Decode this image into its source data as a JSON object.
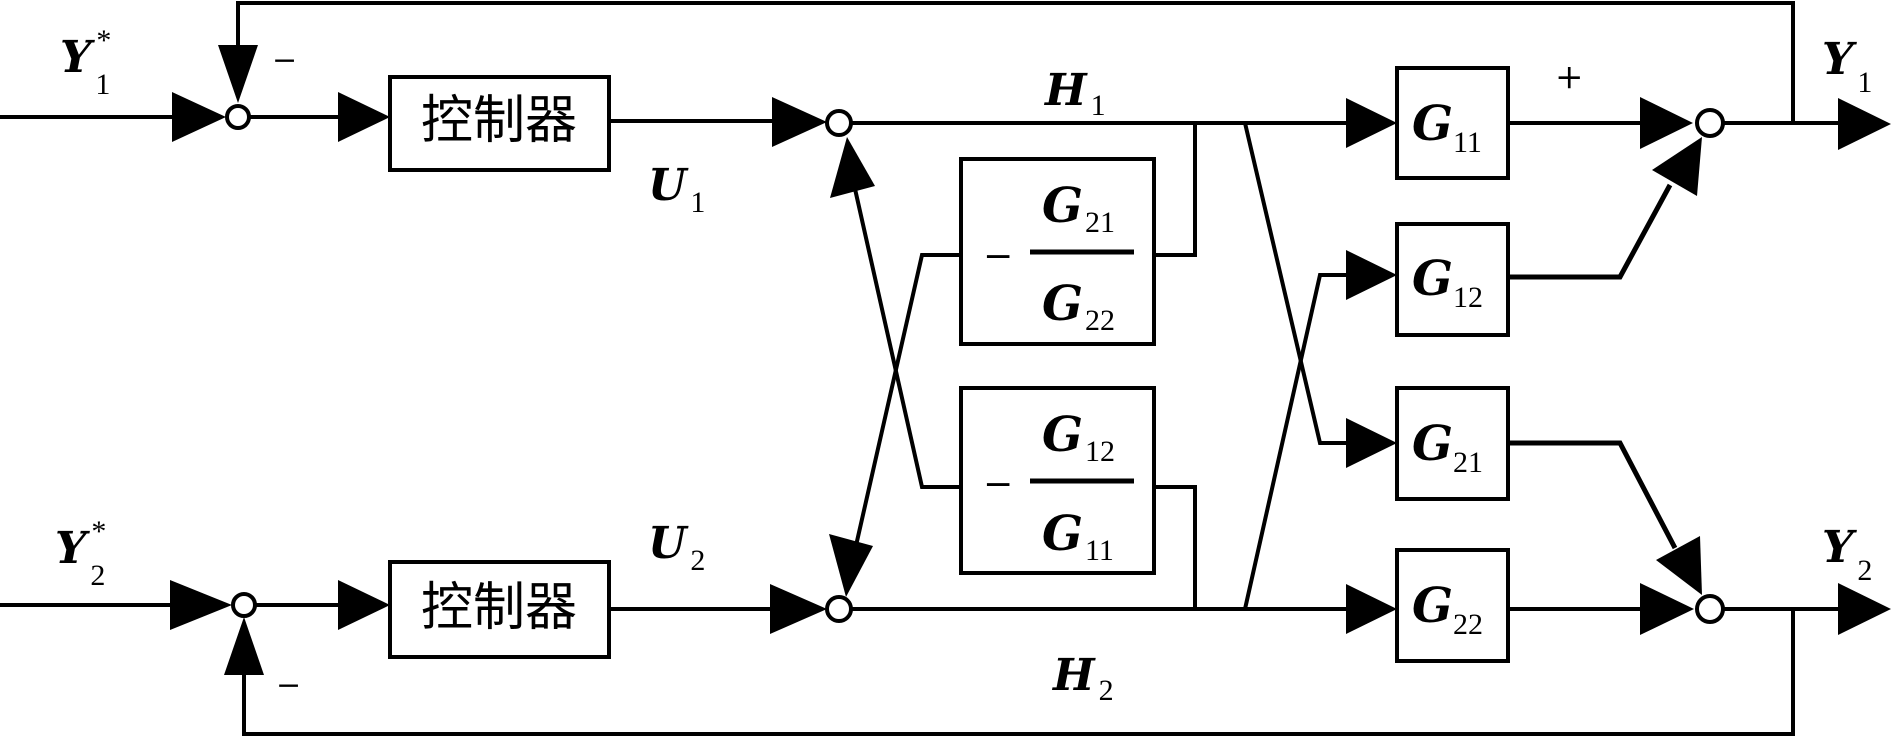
{
  "diagram": {
    "inputs": [
      {
        "symbol": "Y",
        "subscript": "1",
        "superscript": "*"
      },
      {
        "symbol": "Y",
        "subscript": "2",
        "superscript": "*"
      }
    ],
    "outputs": [
      {
        "symbol": "Y",
        "subscript": "1"
      },
      {
        "symbol": "Y",
        "subscript": "2"
      }
    ],
    "controllers": [
      {
        "label": "控制器"
      },
      {
        "label": "控制器"
      }
    ],
    "controller_outputs": [
      {
        "symbol": "U",
        "subscript": "1"
      },
      {
        "symbol": "U",
        "subscript": "2"
      }
    ],
    "decoupler_outputs": [
      {
        "symbol": "H",
        "subscript": "1"
      },
      {
        "symbol": "H",
        "subscript": "2"
      }
    ],
    "decouplers": [
      {
        "sign": "−",
        "numerator": {
          "symbol": "G",
          "subscript": "21"
        },
        "denominator": {
          "symbol": "G",
          "subscript": "22"
        }
      },
      {
        "sign": "−",
        "numerator": {
          "symbol": "G",
          "subscript": "12"
        },
        "denominator": {
          "symbol": "G",
          "subscript": "11"
        }
      }
    ],
    "plant_blocks": [
      {
        "symbol": "G",
        "subscript": "11"
      },
      {
        "symbol": "G",
        "subscript": "12"
      },
      {
        "symbol": "G",
        "subscript": "21"
      },
      {
        "symbol": "G",
        "subscript": "22"
      }
    ],
    "signs": {
      "feedback1": "−",
      "feedback2": "−",
      "sum_plus": "+"
    }
  }
}
